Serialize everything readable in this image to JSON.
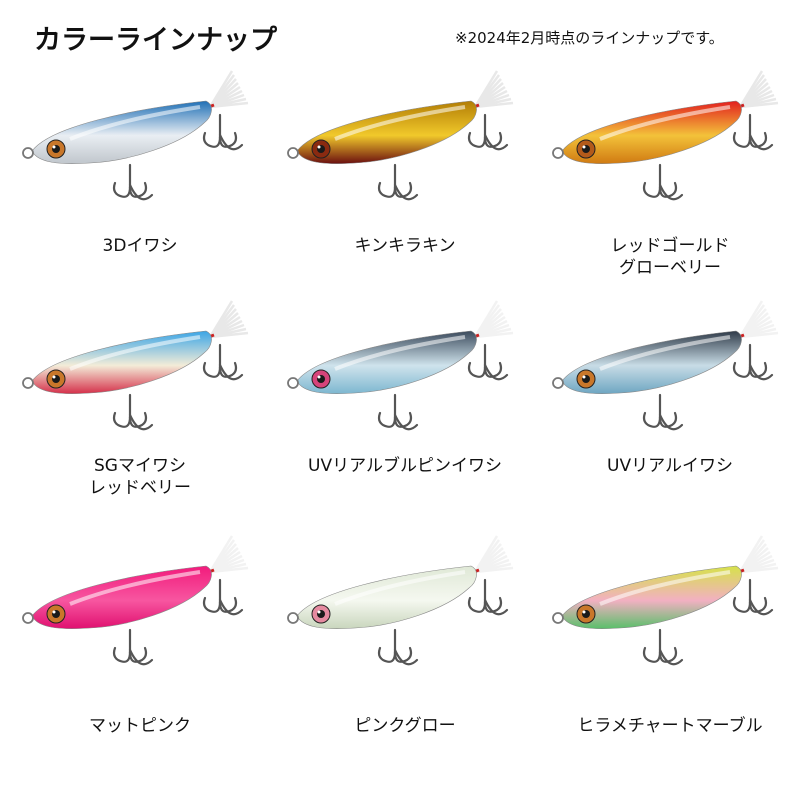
{
  "header": {
    "title": "カラーラインナップ",
    "note": "※2024年2月時点のラインナップです。"
  },
  "lures": [
    {
      "name": "3Dイワシ",
      "colors": {
        "back": "#1f6fb5",
        "belly": "#e9eef3",
        "eye": "#c9772a",
        "tail": "#e8e8e8",
        "accent": "#c0c6cc"
      }
    },
    {
      "name": "キンキラキン",
      "colors": {
        "back": "#b27d05",
        "belly": "#f1c92b",
        "eye": "#8a2a10",
        "tail": "#e8e8e8",
        "accent": "#6b0f0f"
      }
    },
    {
      "name": "レッドゴールド\nグローベリー",
      "colors": {
        "back": "#e21f1f",
        "belly": "#f3c23a",
        "eye": "#b35a1a",
        "tail": "#e8e8e8",
        "accent": "#d07a12"
      }
    },
    {
      "name": "SGマイワシ\nレッドベリー",
      "colors": {
        "back": "#3aa5e6",
        "belly": "#f3ecd8",
        "eye": "#c9772a",
        "tail": "#e8e8e8",
        "accent": "#d5304a"
      }
    },
    {
      "name": "UVリアルブルピンイワシ",
      "colors": {
        "back": "#3b4a5c",
        "belly": "#cfe3ec",
        "eye": "#d6447a",
        "tail": "#f2f2f2",
        "accent": "#7db7d0"
      }
    },
    {
      "name": "UVリアルイワシ",
      "colors": {
        "back": "#2f3a48",
        "belly": "#c8dce6",
        "eye": "#c9772a",
        "tail": "#f2f2f2",
        "accent": "#6ea6c2"
      }
    },
    {
      "name": "マットピンク",
      "colors": {
        "back": "#f21b7c",
        "belly": "#f756a0",
        "eye": "#c9772a",
        "tail": "#f2f2f2",
        "accent": "#e01070"
      }
    },
    {
      "name": "ピンクグロー",
      "colors": {
        "back": "#dfe8d6",
        "belly": "#f5f8f0",
        "eye": "#e58aa0",
        "tail": "#f2f2f2",
        "accent": "#c9d6bd"
      }
    },
    {
      "name": "ヒラメチャートマーブル",
      "colors": {
        "back": "#d6e24a",
        "belly": "#f2b0c2",
        "eye": "#c9772a",
        "tail": "#f2f2f2",
        "accent": "#5abf6a"
      }
    }
  ]
}
